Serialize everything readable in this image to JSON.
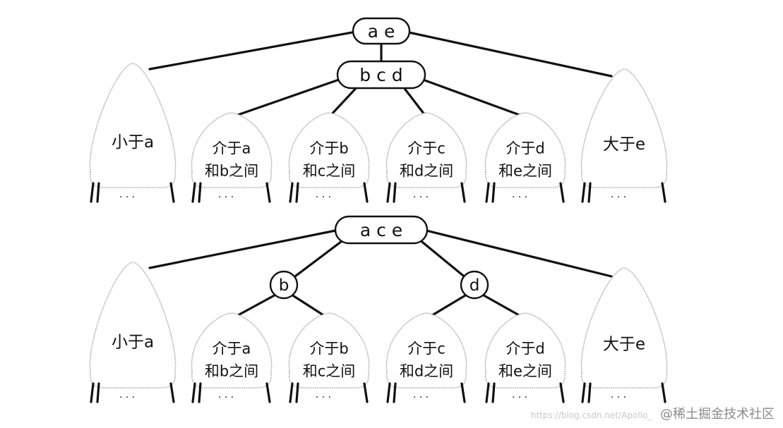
{
  "diagrams": [
    {
      "root_label": "a e",
      "middle_nodes": [
        {
          "label": "b c d"
        }
      ],
      "subtrees": [
        {
          "line1": "小于a",
          "line2": ""
        },
        {
          "line1": "介于a",
          "line2": "和b之间"
        },
        {
          "line1": "介于b",
          "line2": "和c之间"
        },
        {
          "line1": "介于c",
          "line2": "和d之间"
        },
        {
          "line1": "介于d",
          "line2": "和e之间"
        },
        {
          "line1": "大于e",
          "line2": ""
        }
      ]
    },
    {
      "root_label": "a c e",
      "middle_nodes": [
        {
          "label": "b"
        },
        {
          "label": "d"
        }
      ],
      "subtrees": [
        {
          "line1": "小于a",
          "line2": ""
        },
        {
          "line1": "介于a",
          "line2": "和b之间"
        },
        {
          "line1": "介于b",
          "line2": "和c之间"
        },
        {
          "line1": "介于c",
          "line2": "和d之间"
        },
        {
          "line1": "介于d",
          "line2": "和e之间"
        },
        {
          "line1": "大于e",
          "line2": ""
        }
      ]
    }
  ],
  "ellipsis": "· · ·",
  "watermark": {
    "url": "https://blog.csdn.net/Apollo_",
    "text": "@稀土掘金技术社区"
  }
}
